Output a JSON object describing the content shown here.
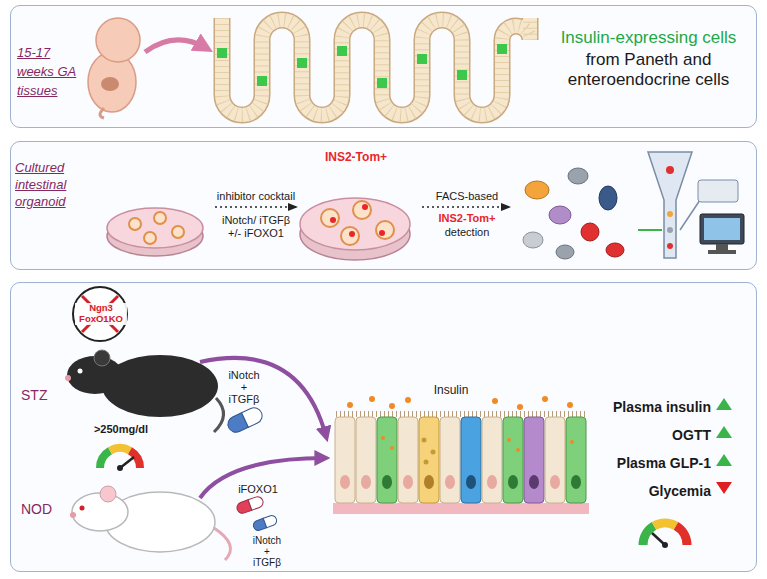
{
  "diagram": {
    "nodes": [
      {
        "text": [
          "15-17 weeks GA tissues",
          "Insulin-expressing cells",
          "from Paneth and enteroendocrine cells"
        ]
      },
      {
        "text": [
          "Cultured intestinal organoid",
          "inhibitor cocktail",
          "iNotch/ iTGFβ +/- iFOXO1",
          "INS2-Tom+",
          "FACS-based",
          "INS2-Tom+",
          "detection"
        ]
      },
      {
        "text": [
          "Ngn3 FoxO1KO",
          "STZ",
          ">250mg/dl",
          "NOD",
          "iNotch + iTGFβ",
          "iFOXO1",
          "iNotch + iTGFβ",
          "Insulin",
          "Plasma insulin",
          "OGTT",
          "Plasma GLP-1",
          "Glycemia"
        ]
      }
    ]
  }
}
